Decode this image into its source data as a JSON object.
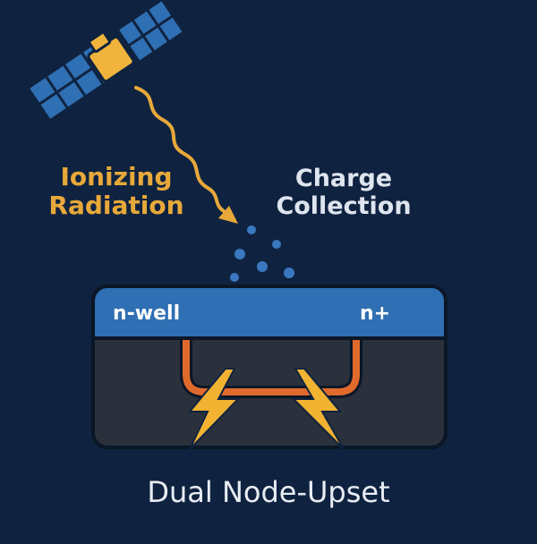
{
  "labels": {
    "radiation_line1": "Ionizing",
    "radiation_line2": "Radiation",
    "charge_line1": "Charge",
    "charge_line2": "Collection",
    "nwell": "n-well",
    "nplus": "n+",
    "caption": "Dual Node-Upset"
  },
  "colors": {
    "background": "#0f2340",
    "satellite_body": "#f0b43c",
    "solar_panel": "#2f6fb3",
    "radiation": "#e8a93a",
    "well_layer": "#2f6fb3",
    "substrate": "#2a313c",
    "junction": "#e06a2c",
    "lightning": "#f2b232",
    "charge_dots": "#3a78c0"
  }
}
